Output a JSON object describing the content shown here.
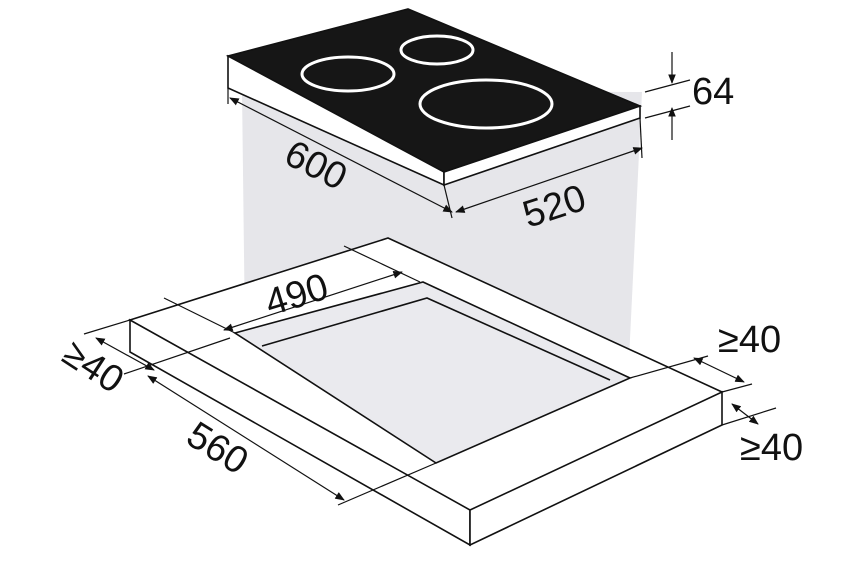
{
  "colors": {
    "background": "#ffffff",
    "hob_glass": "#161616",
    "burner_ring": "#ffffff",
    "projection": "#e6e6ea",
    "cutout_floor": "#eaeaee",
    "line": "#111111"
  },
  "dimensions": {
    "hob_width": "600",
    "hob_depth": "520",
    "hob_height": "64",
    "cutout_depth": "490",
    "cutout_width": "560",
    "clearance_left": "≥40",
    "clearance_right_top": "≥40",
    "clearance_right_bottom": "≥40"
  }
}
